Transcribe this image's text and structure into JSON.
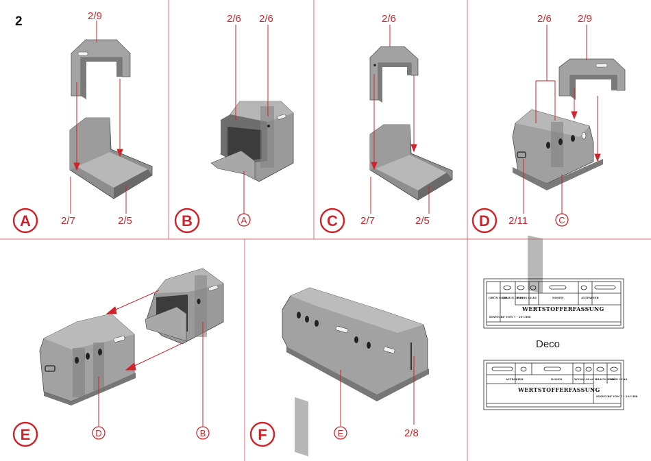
{
  "page_number": "2",
  "panels": {
    "A": {
      "step": "A",
      "labels": {
        "top": "2/9",
        "left": "2/7",
        "right": "2/5"
      }
    },
    "B": {
      "step": "B",
      "labels": {
        "top_left": "2/6",
        "top_right": "2/6"
      },
      "ref": "A"
    },
    "C": {
      "step": "C",
      "labels": {
        "top": "2/6",
        "left": "2/7",
        "right": "2/5"
      }
    },
    "D": {
      "step": "D",
      "labels": {
        "top_left": "2/6",
        "top_right": "2/9",
        "bottom": "2/11"
      },
      "ref": "C"
    },
    "E": {
      "step": "E",
      "refs": {
        "left": "D",
        "right": "B"
      }
    },
    "F": {
      "step": "F",
      "labels": {
        "right": "2/8"
      },
      "ref": "E"
    }
  },
  "deco": {
    "title": "Deco",
    "strip1": {
      "headline": "WERTSTOFFERFASSUNG",
      "labels": [
        "GRÜN GLAS",
        "BRAUN GLAS",
        "WEISS GLAS",
        "DOSEN",
        "ALTPAPIER"
      ],
      "note": "EINWURF VON 7 - 20 UHR"
    },
    "strip2": {
      "headline": "WERTSTOFFERFASSUNG",
      "labels": [
        "ALTPAPIER",
        "DOSEN",
        "WEISS GLAS",
        "BRAUN GLAS",
        "GRÜN GLAS"
      ],
      "note": "EINWURF VON 7 - 20 UHR"
    }
  },
  "colors": {
    "accent": "#d0232a",
    "part": "#9a9a9a",
    "part_dark": "#6e6e6e",
    "part_light": "#c4c4c4"
  }
}
